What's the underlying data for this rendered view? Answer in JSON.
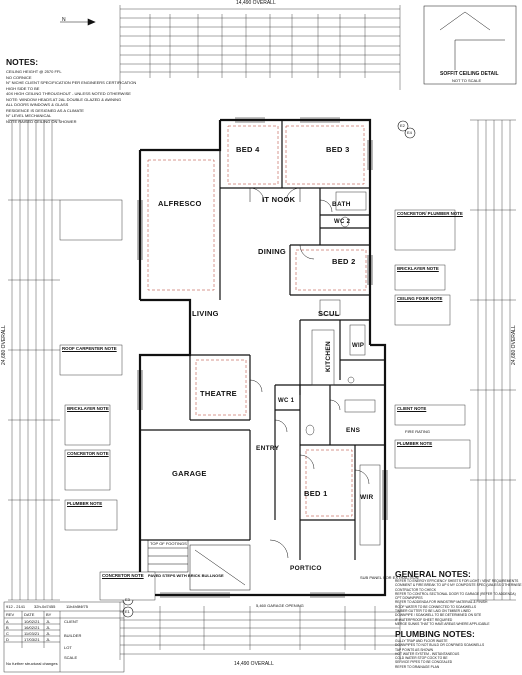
{
  "title_block": {
    "overall_top": "14,490 OVERALL",
    "overall_bottom": "14,490 OVERALL",
    "overall_left": "24,680 OVERALL",
    "overall_right": "24,680 OVERALL",
    "soffit_title": "SOFFIT CEILING DETAIL",
    "soffit_sub": "NOT TO SCALE"
  },
  "notes_top": {
    "heading": "NOTES:",
    "lines": [
      "CEILING HEIGHT @ 2570 FFL",
      "NO CORNICE",
      "N° NICHE CLIENT SPECIFICATION PER ENGINEERS CERTIFICATION",
      "HIGH SIDE TO BE",
      "40X HIGH CEILING THROUGHOUT - UNLESS NOTED OTHERWISE",
      "NOTE: WINDOW HEADS AT 2AL DOUBLE GLAZED & AWNING",
      "ALL DOORS WINDOWS & GLASS",
      "RESIDENCE IS DESIGNED AS A CLIMATE",
      "N° LEVEL MECHANICAL",
      "NOTE RAISED CEILING ON SHOWER"
    ]
  },
  "rooms": {
    "bed4": "BED 4",
    "bed3": "BED 3",
    "bed2": "BED 2",
    "bed1": "BED 1",
    "alfresco": "ALFRESCO",
    "itnook": "IT NOOK",
    "bath": "BATH",
    "wc2": "WC 2",
    "dining": "DINING",
    "living": "LIVING",
    "scul": "SCUL",
    "kitchen": "KITCHEN",
    "wip": "WIP",
    "theatre": "THEATRE",
    "wc1": "WC 1",
    "ens": "ENS",
    "entry": "ENTRY",
    "garage": "GARAGE",
    "wir": "WIR",
    "portico": "PORTICO",
    "paved": "PAVED STEPS WITH BRICK BULLNOSE"
  },
  "side_notes": {
    "roof_carpenter": "ROOF CARPENTER NOTE",
    "bricklayer": "BRICKLAYER NOTE",
    "concretor": "CONCRETOR NOTE",
    "plumber": "PLUMBER NOTE",
    "concretor_plumber": "CONCRETOR/ PLUMBER NOTE",
    "bricklayer2": "BRICKLAYER NOTE",
    "ceiling_fixer": "CEILING FIXER NOTE",
    "client": "CLIENT NOTE",
    "concretor2": "CONCRETOR NOTE"
  },
  "general_notes": {
    "heading": "GENERAL NOTES:",
    "lines": [
      "REFER TO ENERGY EFFICIENCY SHEETS FOR LIGHT / VENT REQUIREMENTS",
      "COMMENT & FIRE BREAK TO UP 0 MY COMPOSITE SPEC (UNLESS OTHERWISE NOTED)",
      "CONTRACTOR TO CHECK",
      "REFER TO CONTROL SECTIONAL DOOR TO GARAGE (REFER TO ADDENDA)",
      "CPT DOWNPIPES",
      "REFER TO ADDENDA FOR WINDSTRIP MATERIAL & FINISH",
      "ROOF WATER TO BE CONNECTED TO SOAKWELLS",
      "TIMBER GUTTER TO BE LAID ON TIMBER LINED",
      "DOWNPIPE / SOAKWELL TO BE DETERMINED ON SITE",
      "IF WATERPROOF SHEET REQUIRED",
      "MERGE SUNKS THAT TO HAVE AREAS WHERE APPLICABLE"
    ]
  },
  "plumbing_notes": {
    "heading": "PLUMBING NOTES:",
    "lines": [
      "GULLY TRAP AND FLOOR WASTE",
      "DOWNPIPES TO NOT BUILD OR CONFINED SOAKWELLS",
      "TAP POINTS AS SHOWN",
      "HOT WATER SYSTEM - INSTANTANEOUS",
      "COLD WATER STOP COCK TO BE",
      "SERVICE PIPES TO BE CONCEALED",
      "REFER TO DRAINAGE PLAN"
    ]
  },
  "title_table": {
    "rows": [
      [
        "912 - 2141",
        "32h-0d7455",
        "11h4h5f4f75"
      ],
      [
        "REV",
        "DATE",
        "BY"
      ],
      [
        "A",
        "10/02/21",
        "JL"
      ],
      [
        "B",
        "16/02/21",
        "JL"
      ],
      [
        "C",
        "11/03/21",
        "JL"
      ],
      [
        "D",
        "17/03/21",
        "JL"
      ]
    ],
    "client": "CLIENT",
    "builder": "BUILDER",
    "lot": "LOT",
    "scale": "SCALE",
    "footer": "No further structural changes"
  },
  "labels": {
    "n_arrow": "N",
    "e1": "E1",
    "e2": "E2",
    "e3": "E3",
    "e4": "E4",
    "garage_opening": "5,460 GARAGE OPENING",
    "top_footings": "TOP OF FOOTINGS",
    "fire_rate": "FIRE RATING",
    "sub_panel": "SUB PANEL FOR EXTRACTION"
  }
}
